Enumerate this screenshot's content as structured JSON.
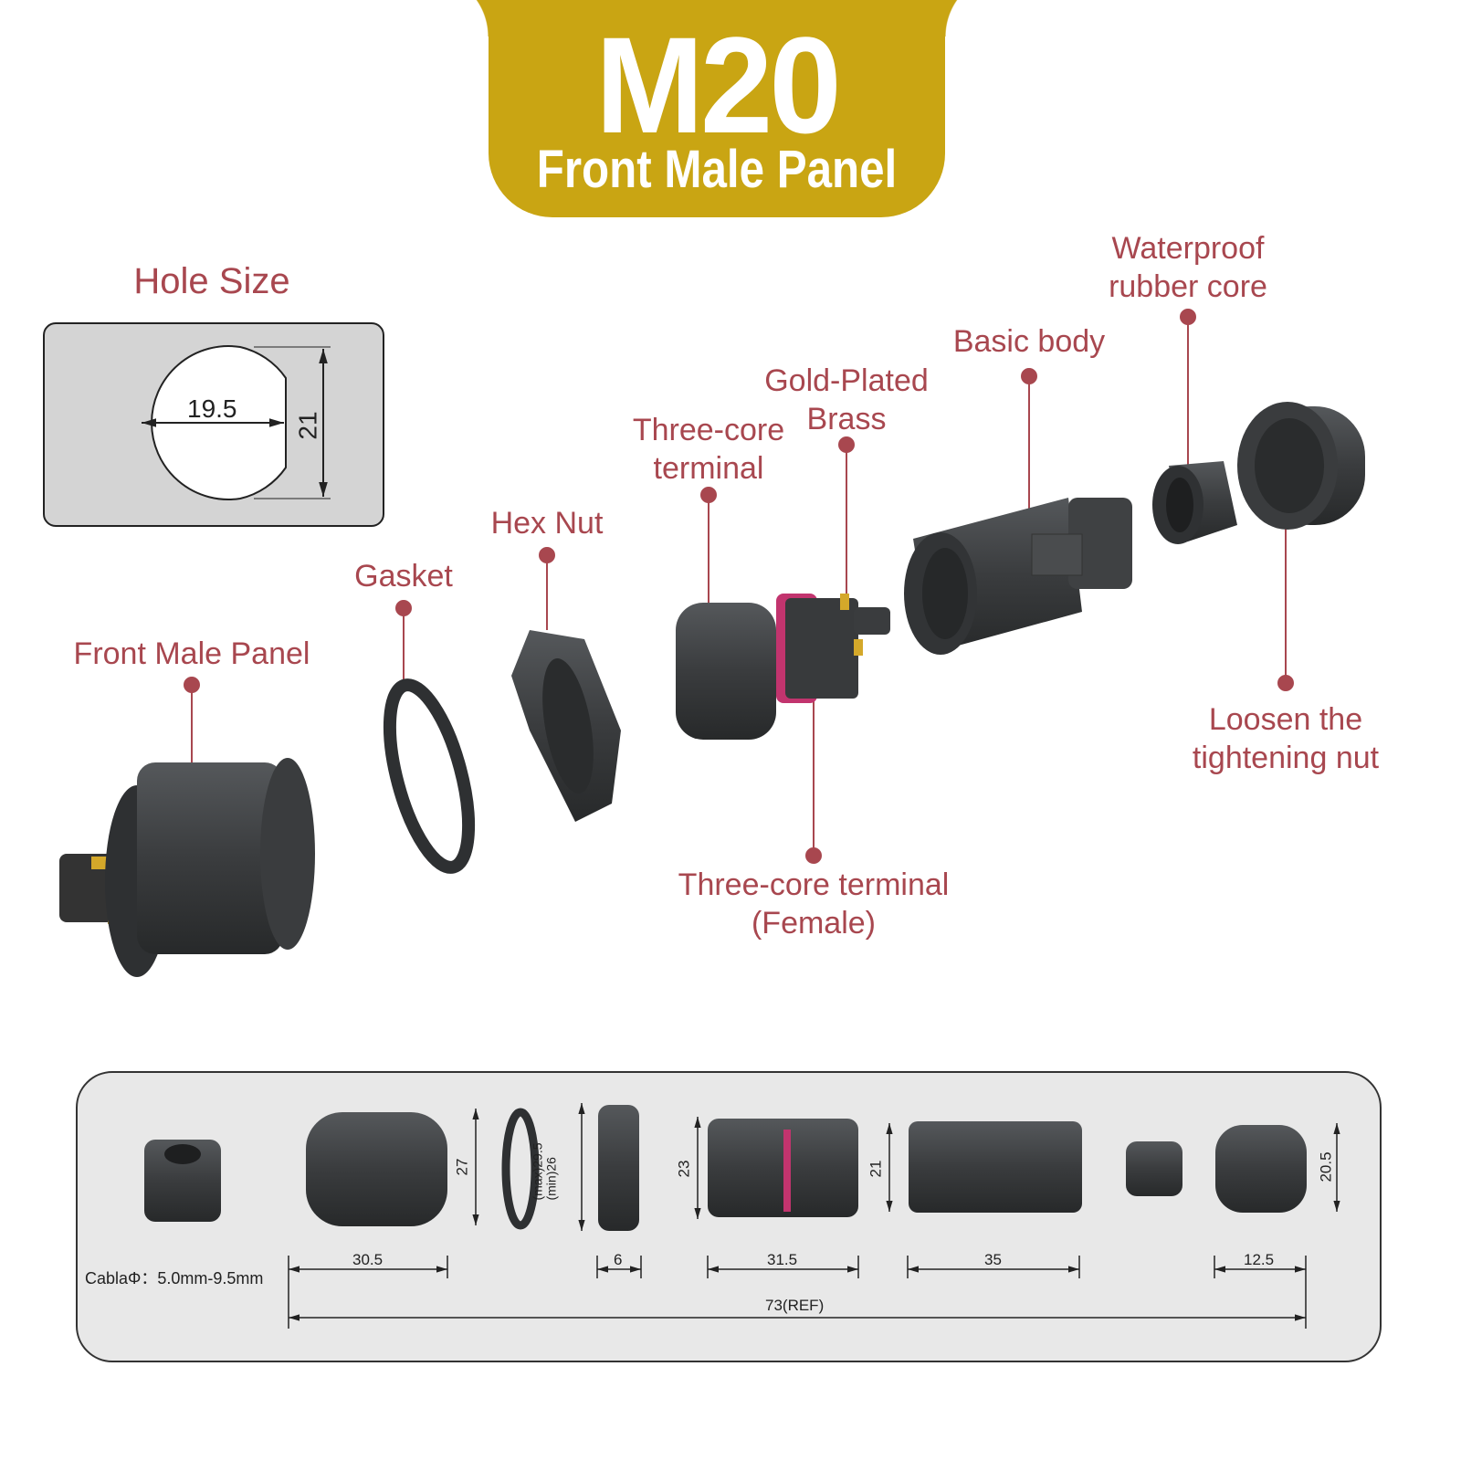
{
  "header": {
    "title": "M20",
    "subtitle": "Front Male Panel"
  },
  "hole_size": {
    "title": "Hole Size",
    "width": "19.5",
    "height": "21"
  },
  "labels": {
    "front_male_panel": "Front Male Panel",
    "gasket": "Gasket",
    "hex_nut": "Hex Nut",
    "three_core_terminal": [
      "Three-core",
      "terminal"
    ],
    "gold_plated_brass": [
      "Gold-Plated",
      "Brass"
    ],
    "basic_body": "Basic body",
    "waterproof_rubber_core": [
      "Waterproof",
      "rubber core"
    ],
    "loosen_nut": [
      "Loosen the",
      "tightening nut"
    ],
    "three_core_female": [
      "Three-core terminal",
      "(Female)"
    ]
  },
  "dimensions": {
    "cable": "CablaΦ：5.0mm-9.5mm",
    "panel_length": "30.5",
    "panel_height": "27",
    "gasket_max": "(max)29.5",
    "gasket_min": "(min)26",
    "nut_width": "6",
    "terminal_height": "23",
    "terminal_length": "31.5",
    "body_height": "21",
    "body_length": "35",
    "nut_height": "20.5",
    "nut_length": "12.5",
    "total": "73(REF)"
  },
  "colors": {
    "gold": "#c9a513",
    "label": "#a8474f",
    "part": "#3f4143",
    "ring": "#c2346e"
  }
}
